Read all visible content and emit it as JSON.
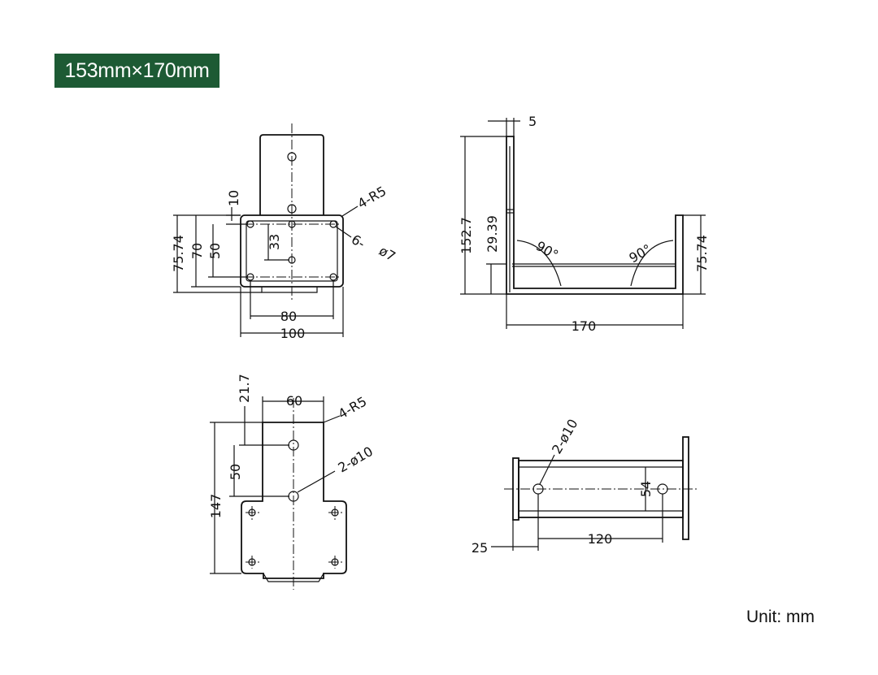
{
  "header": {
    "size_label": "153mm×170mm"
  },
  "footer": {
    "unit_label": "Unit: mm"
  },
  "views": {
    "front": {
      "d1": "10",
      "d2": "75.74",
      "d3": "70",
      "d4": "50",
      "d5": "33",
      "d6": "80",
      "d7": "100",
      "r": "4-R5",
      "holes_a": "6-",
      "holes_b": "ø7"
    },
    "side": {
      "d1": "5",
      "d2": "152.7",
      "d3": "29.39",
      "d4": "75.74",
      "d5": "170",
      "a1": "90°",
      "a2": "90°"
    },
    "top": {
      "d1": "21.7",
      "d2": "60",
      "d3": "4-R5",
      "d4": "50",
      "d5": "147",
      "d6": "2-ø10"
    },
    "bottom": {
      "d1": "2-ø10",
      "d2": "54",
      "d3": "25",
      "d4": "120"
    }
  }
}
